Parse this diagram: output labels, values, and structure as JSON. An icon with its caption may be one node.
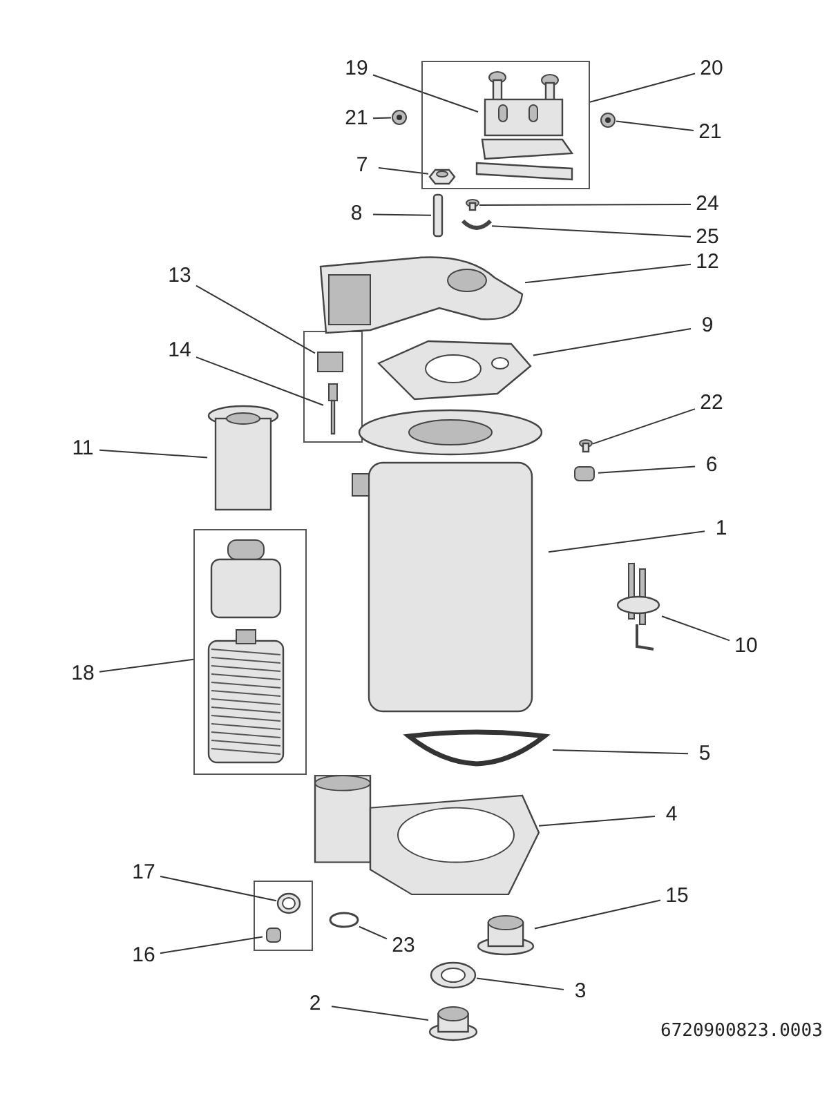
{
  "diagram": {
    "nodes": [
      {
        "text": [
          "19"
        ]
      },
      {
        "text": [],
        "shape": "box"
      },
      {
        "text": [],
        "shape": "picture",
        "in": 1
      },
      {
        "text": [
          "20"
        ]
      },
      {
        "text": [
          "21"
        ]
      },
      {
        "text": [],
        "shape": "picture"
      },
      {
        "text": [],
        "shape": "picture"
      },
      {
        "text": [
          "21"
        ]
      },
      {
        "text": [
          "7"
        ]
      },
      {
        "text": [],
        "shape": "picture",
        "in": 1
      },
      {
        "text": [
          "8"
        ]
      },
      {
        "text": [],
        "shape": "bar"
      },
      {
        "text": [],
        "shape": "box"
      },
      {
        "text": [
          "24"
        ]
      },
      {
        "text": [],
        "shape": "picture"
      },
      {
        "text": [
          "25"
        ]
      },
      {
        "text": [
          "13"
        ]
      },
      {
        "text": [],
        "shape": "picture"
      },
      {
        "text": [
          "12"
        ]
      },
      {
        "text": [],
        "shape": "box"
      },
      {
        "text": [],
        "shape": "picture"
      },
      {
        "text": [
          "9"
        ]
      },
      {
        "text": [
          "14"
        ]
      },
      {
        "text": [],
        "shape": "picture"
      },
      {
        "text": [],
        "shape": "box"
      },
      {
        "text": [
          "22"
        ]
      },
      {
        "text": [
          "11"
        ]
      },
      {
        "text": [],
        "shape": "cylinder"
      },
      {
        "text": [],
        "shape": "box"
      },
      {
        "text": [
          "6"
        ]
      },
      {
        "text": [],
        "shape": "cylinder"
      },
      {
        "text": [
          "1"
        ]
      },
      {
        "text": [
          "18"
        ]
      },
      {
        "text": [],
        "shape": "box"
      },
      {
        "text": [],
        "shape": "cylinder",
        "in": 33
      },
      {
        "text": [],
        "shape": "picture",
        "in": 33
      },
      {
        "text": [],
        "shape": "picture"
      },
      {
        "text": [
          "10"
        ]
      },
      {
        "text": [],
        "shape": "picture"
      },
      {
        "text": [
          "5"
        ]
      },
      {
        "text": [],
        "shape": "picture"
      },
      {
        "text": [
          "4"
        ]
      },
      {
        "text": [
          "17"
        ]
      },
      {
        "text": [],
        "shape": "picture"
      },
      {
        "text": [],
        "shape": "picture"
      },
      {
        "text": [
          "15"
        ]
      },
      {
        "text": [
          "16"
        ]
      },
      {
        "text": [],
        "shape": "box"
      },
      {
        "text": [],
        "shape": "circle"
      },
      {
        "text": [
          "23"
        ]
      },
      {
        "text": [],
        "shape": "picture"
      },
      {
        "text": [
          "3"
        ]
      },
      {
        "text": [
          "2"
        ]
      },
      {
        "text": [],
        "shape": "cylinder"
      }
    ],
    "edges": [
      {
        "from": 0,
        "to": 2,
        "arrow": "none"
      },
      {
        "from": 3,
        "to": 1,
        "arrow": "none"
      },
      {
        "from": 4,
        "to": 5,
        "arrow": "none"
      },
      {
        "from": 7,
        "to": 6,
        "arrow": "none"
      },
      {
        "from": 8,
        "to": 9,
        "arrow": "none"
      },
      {
        "from": 10,
        "to": 11,
        "arrow": "none"
      },
      {
        "from": 13,
        "to": 12,
        "arrow": "none"
      },
      {
        "from": 15,
        "to": 14,
        "arrow": "none"
      },
      {
        "from": 16,
        "to": 19,
        "arrow": "none"
      },
      {
        "from": 18,
        "to": 17,
        "arrow": "none"
      },
      {
        "from": 21,
        "to": 20,
        "arrow": "none"
      },
      {
        "from": 22,
        "to": 23,
        "arrow": "none"
      },
      {
        "from": 25,
        "to": 24,
        "arrow": "none"
      },
      {
        "from": 26,
        "to": 27,
        "arrow": "none"
      },
      {
        "from": 29,
        "to": 28,
        "arrow": "none"
      },
      {
        "from": 31,
        "to": 30,
        "arrow": "none"
      },
      {
        "from": 32,
        "to": 33,
        "arrow": "none"
      },
      {
        "from": 37,
        "to": 36,
        "arrow": "none"
      },
      {
        "from": 39,
        "to": 38,
        "arrow": "none"
      },
      {
        "from": 41,
        "to": 40,
        "arrow": "none"
      },
      {
        "from": 42,
        "to": 43,
        "arrow": "none"
      },
      {
        "from": 45,
        "to": 44,
        "arrow": "none"
      },
      {
        "from": 46,
        "to": 47,
        "arrow": "none"
      },
      {
        "from": 49,
        "to": 48,
        "arrow": "none"
      },
      {
        "from": 51,
        "to": 50,
        "arrow": "none"
      },
      {
        "from": 52,
        "to": 53,
        "arrow": "none"
      }
    ],
    "labels": [
      "6720900823.0003"
    ]
  }
}
